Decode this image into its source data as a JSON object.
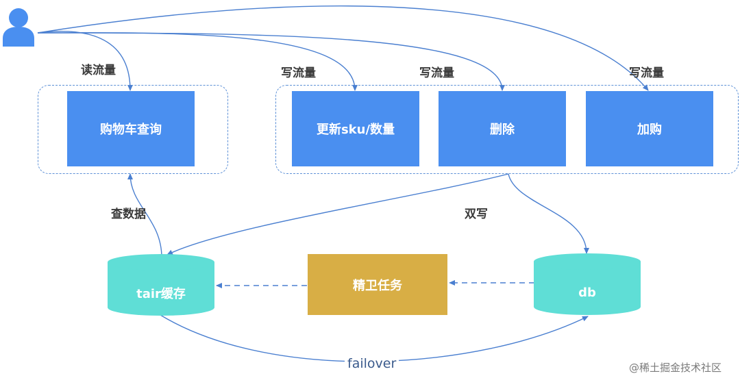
{
  "user": {
    "icon": "user-icon",
    "color": "#4a8ff0"
  },
  "groups": {
    "read": {
      "nodes": [
        {
          "id": "cart-query",
          "label": "购物车查询"
        }
      ]
    },
    "write": {
      "nodes": [
        {
          "id": "update-sku",
          "label": "更新sku/数量"
        },
        {
          "id": "delete",
          "label": "删除"
        },
        {
          "id": "add-cart",
          "label": "加购"
        }
      ]
    }
  },
  "flow_labels": {
    "read_traffic": "读流量",
    "write_traffic_1": "写流量",
    "write_traffic_2": "写流量",
    "write_traffic_3": "写流量",
    "query_data": "查数据",
    "double_write": "双写",
    "failover": "failover"
  },
  "storage": {
    "cache": {
      "label": "tair缓存",
      "color": "#5fded6"
    },
    "db": {
      "label": "db",
      "color": "#5fded6"
    }
  },
  "task": {
    "label": "精卫任务",
    "color": "#d8ae45"
  },
  "watermark": "@稀土掘金技术社区",
  "colors": {
    "node_blue": "#4a8ff0",
    "edge": "#4a7fd0",
    "dashed_border": "#5b8fd6"
  }
}
